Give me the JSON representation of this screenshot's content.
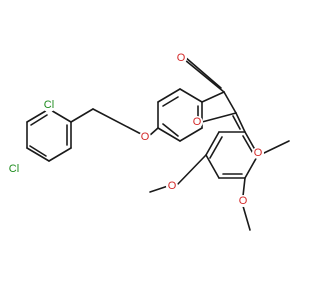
{
  "molecule": {
    "atom_labels": {
      "cl_ortho": "Cl",
      "cl_para": "Cl",
      "o_ether": "O",
      "o_ring": "O",
      "o_carbonyl": "O",
      "o_meo_ortho": "O",
      "o_meo_meta": "O",
      "o_meo_para": "O"
    },
    "colors": {
      "bond": "#1a1a1a",
      "chlorine": "#1f8c1f",
      "oxygen": "#d42a2a"
    }
  }
}
